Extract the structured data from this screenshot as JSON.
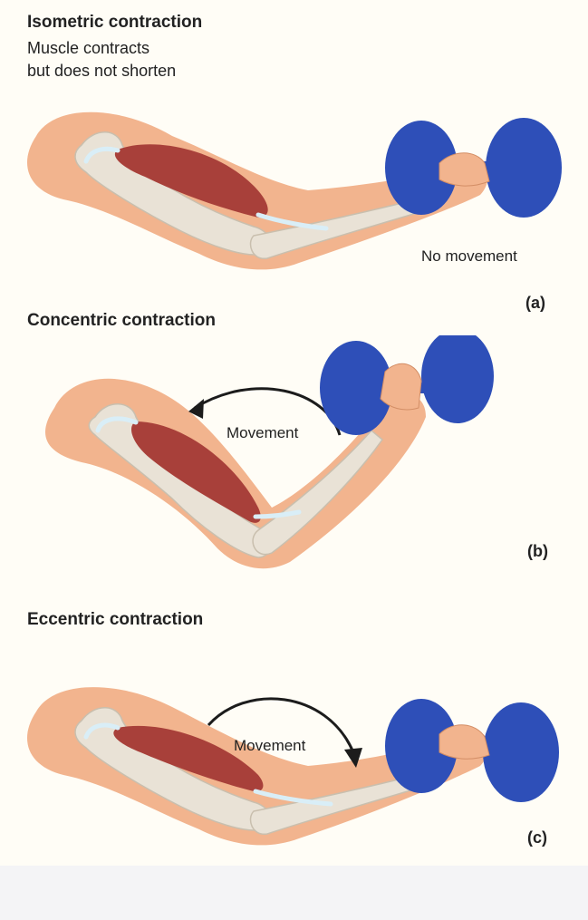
{
  "panels": [
    {
      "title": "Isometric contraction",
      "subtitle_lines": [
        "Muscle contracts",
        "but does not shorten"
      ],
      "movement_label": "No movement",
      "letter": "(a)"
    },
    {
      "title": "Concentric contraction",
      "movement_label": "Movement",
      "letter": "(b)"
    },
    {
      "title": "Eccentric contraction",
      "movement_label": "Movement",
      "letter": "(c)"
    }
  ],
  "colors": {
    "background": "#fffdf6",
    "skin": "#f2b48e",
    "bone": "#e9e2d6",
    "muscle": "#a8403a",
    "tendon": "#d9eef7",
    "dumbbell": "#2e4fb8"
  }
}
